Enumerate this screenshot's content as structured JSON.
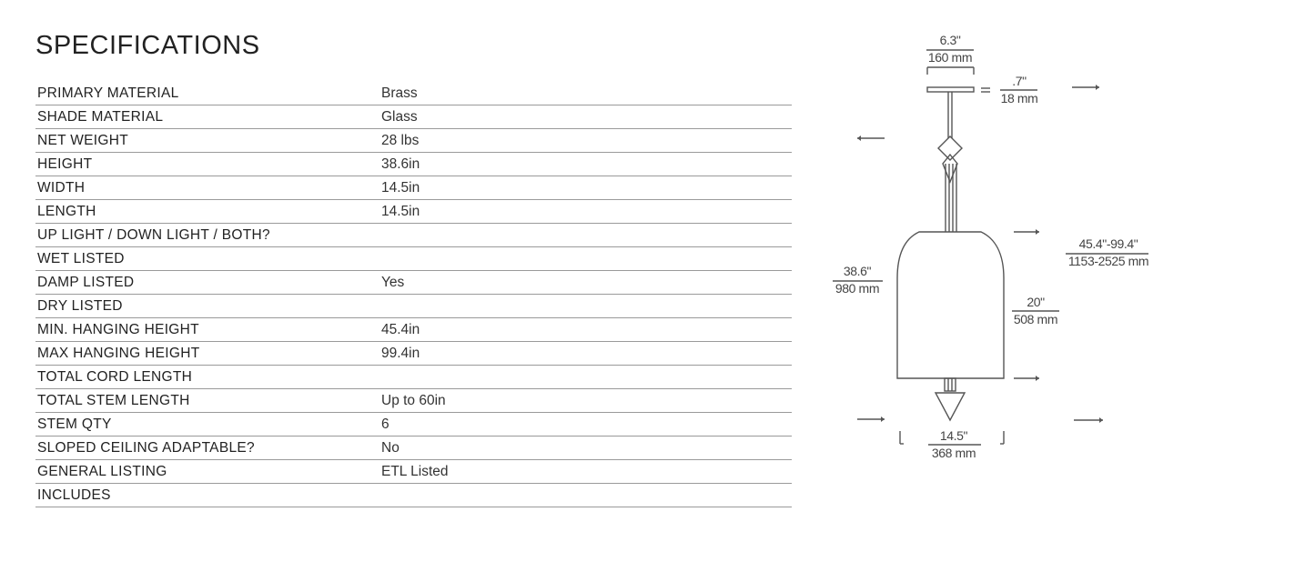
{
  "page": {
    "title": "SPECIFICATIONS"
  },
  "specs": [
    {
      "label": "PRIMARY MATERIAL",
      "value": "Brass"
    },
    {
      "label": "SHADE MATERIAL",
      "value": "Glass"
    },
    {
      "label": "NET WEIGHT",
      "value": "28 lbs"
    },
    {
      "label": "HEIGHT",
      "value": "38.6in"
    },
    {
      "label": "WIDTH",
      "value": "14.5in"
    },
    {
      "label": "LENGTH",
      "value": "14.5in"
    },
    {
      "label": "UP LIGHT / DOWN LIGHT / BOTH?",
      "value": ""
    },
    {
      "label": "WET LISTED",
      "value": ""
    },
    {
      "label": "DAMP LISTED",
      "value": "Yes"
    },
    {
      "label": "DRY LISTED",
      "value": ""
    },
    {
      "label": "MIN. HANGING HEIGHT",
      "value": "45.4in"
    },
    {
      "label": "MAX HANGING HEIGHT",
      "value": "99.4in"
    },
    {
      "label": "TOTAL CORD LENGTH",
      "value": ""
    },
    {
      "label": "TOTAL STEM LENGTH",
      "value": "Up to 60in"
    },
    {
      "label": "STEM QTY",
      "value": "6"
    },
    {
      "label": "SLOPED CEILING ADAPTABLE?",
      "value": "No"
    },
    {
      "label": "GENERAL LISTING",
      "value": "ETL Listed"
    },
    {
      "label": "INCLUDES",
      "value": ""
    }
  ],
  "dimensions": {
    "canopy_width_in": "6.3\"",
    "canopy_width_mm": "160 mm",
    "canopy_height_in": ".7\"",
    "canopy_height_mm": "18 mm",
    "overall_hanging_in": "45.4\"-99.4\"",
    "overall_hanging_mm": "1153-2525 mm",
    "fixture_height_in": "38.6\"",
    "fixture_height_mm": "980 mm",
    "shade_height_in": "20\"",
    "shade_height_mm": "508 mm",
    "shade_width_in": "14.5\"",
    "shade_width_mm": "368 mm"
  }
}
